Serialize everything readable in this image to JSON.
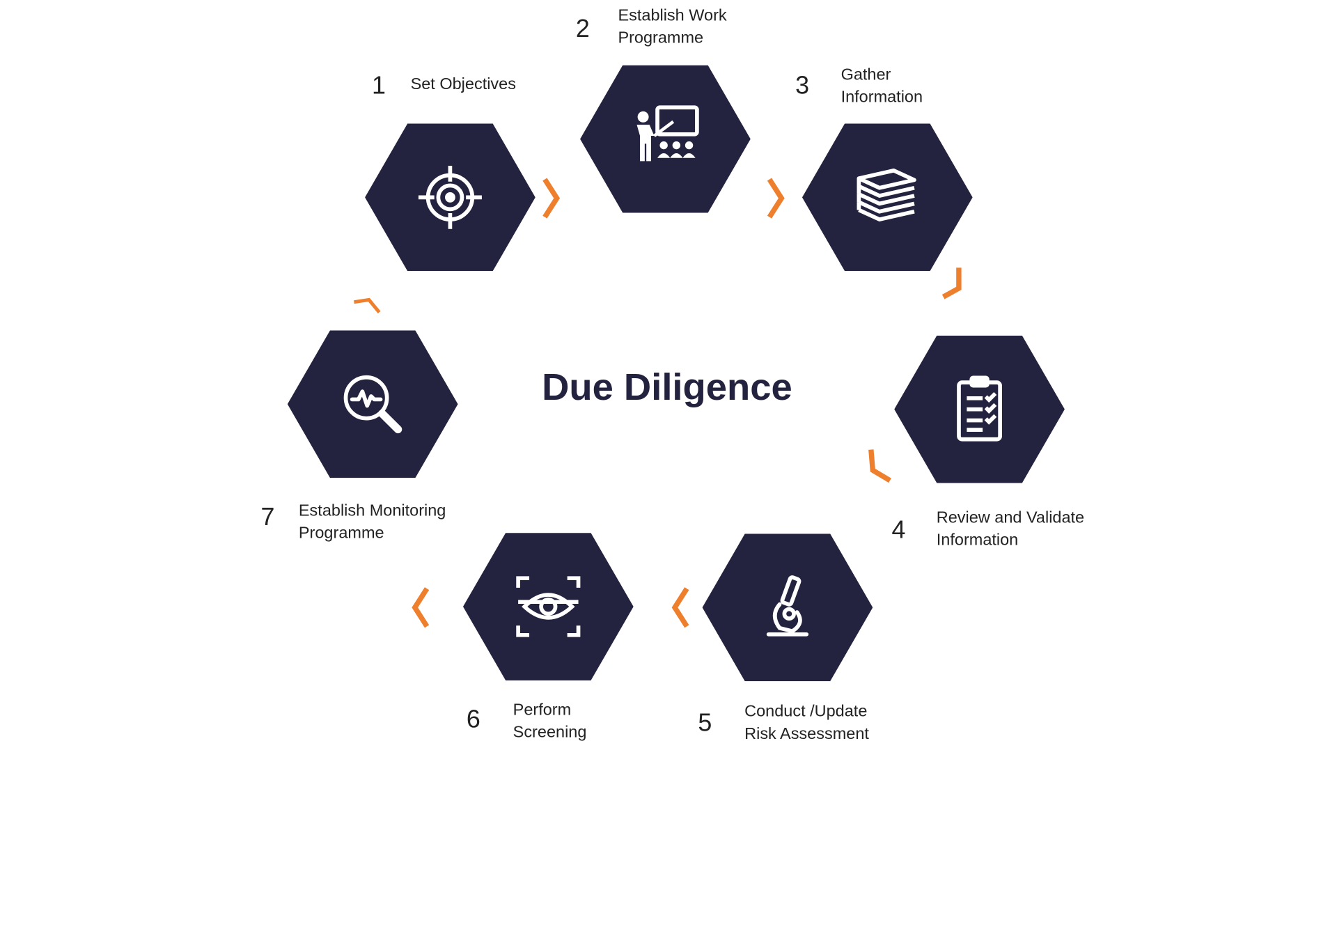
{
  "title": "Due Diligence",
  "colors": {
    "hexagon": "#24233f",
    "arrow": "#ee7f2d",
    "icon": "#ffffff"
  },
  "steps": [
    {
      "number": "1",
      "lines": [
        "Set Objectives"
      ],
      "icon": "target-icon"
    },
    {
      "number": "2",
      "lines": [
        "Establish Work",
        "Programme"
      ],
      "icon": "presentation-icon"
    },
    {
      "number": "3",
      "lines": [
        "Gather",
        "Information"
      ],
      "icon": "books-icon"
    },
    {
      "number": "4",
      "lines": [
        "Review and Validate",
        "Information"
      ],
      "icon": "clipboard-checklist-icon"
    },
    {
      "number": "5",
      "lines": [
        "Conduct /Update",
        "Risk Assessment"
      ],
      "icon": "microscope-icon"
    },
    {
      "number": "6",
      "lines": [
        "Perform",
        "Screening"
      ],
      "icon": "eye-scan-icon"
    },
    {
      "number": "7",
      "lines": [
        "Establish Monitoring",
        "Programme"
      ],
      "icon": "magnifier-pulse-icon"
    }
  ]
}
